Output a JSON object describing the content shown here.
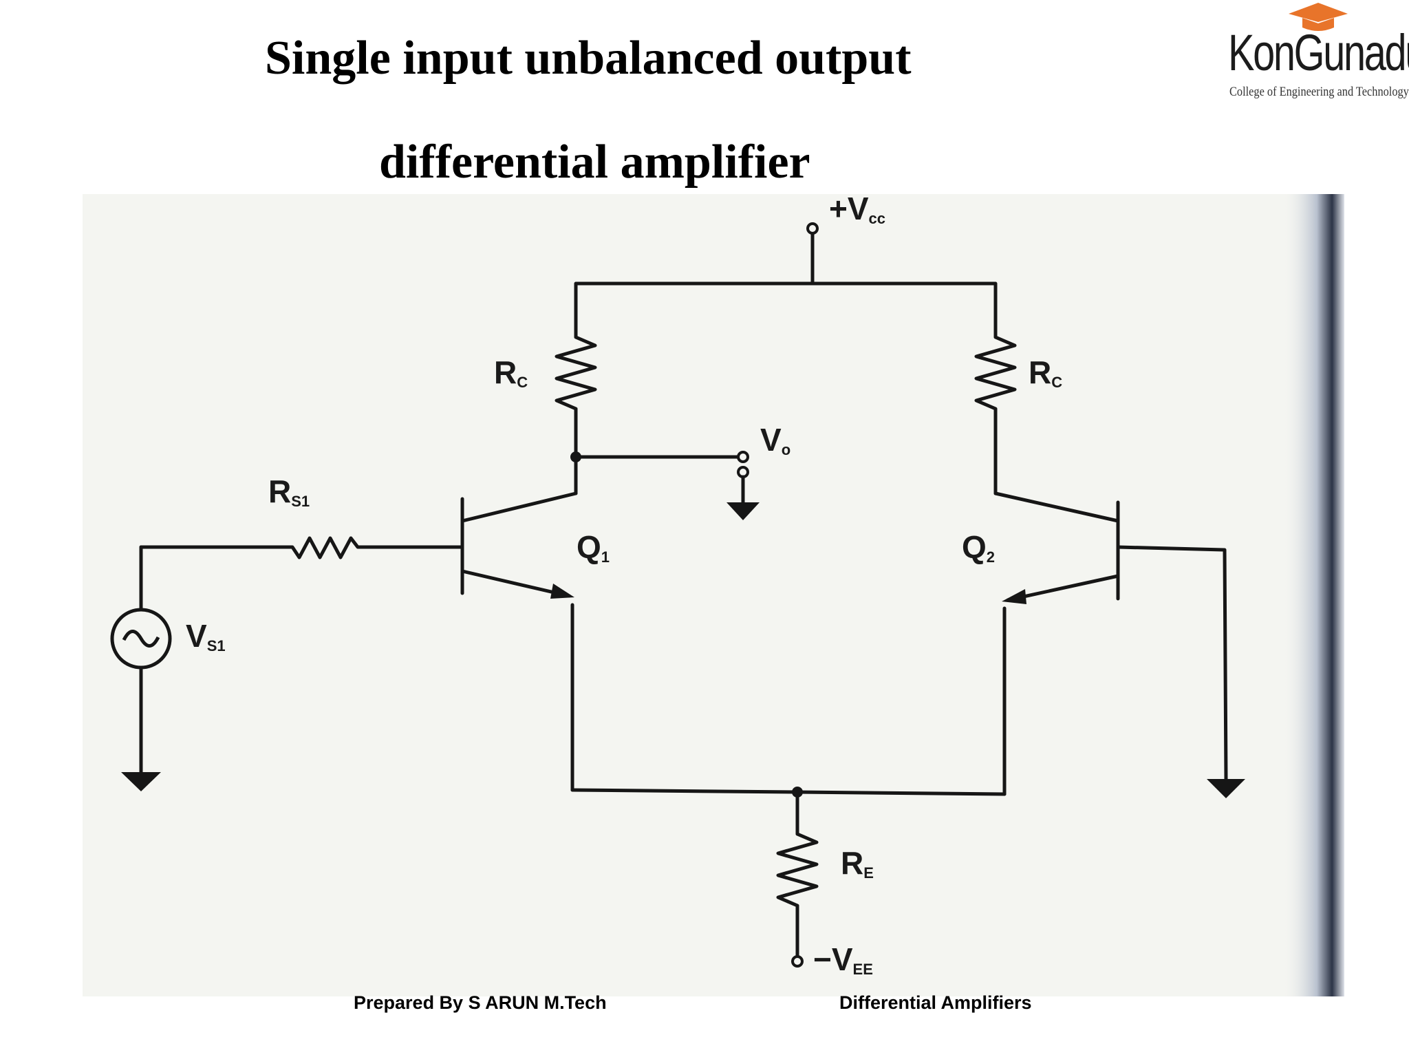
{
  "slide": {
    "title_line1": "Single input unbalanced output",
    "title_line2": "differential amplifier",
    "footer_left": "Prepared By S ARUN M.Tech",
    "footer_right": "Differential Amplifiers"
  },
  "logo": {
    "name": "KonGunadu",
    "subtitle": "College of Engineering and Technology",
    "hat_color": "#e8742a"
  },
  "circuit": {
    "vcc": {
      "main": "+V",
      "sub": "cc"
    },
    "rc_left": {
      "main": "R",
      "sub": "C"
    },
    "rc_right": {
      "main": "R",
      "sub": "C"
    },
    "vo": {
      "main": "V",
      "sub": "o"
    },
    "rs1": {
      "main": "R",
      "sub": "S1"
    },
    "q1": {
      "main": "Q",
      "sub": "1"
    },
    "q2": {
      "main": "Q",
      "sub": "2"
    },
    "vs1": {
      "main": "V",
      "sub": "S1"
    },
    "re": {
      "main": "R",
      "sub": "E"
    },
    "vee": {
      "main": "−V",
      "sub": "EE"
    }
  }
}
